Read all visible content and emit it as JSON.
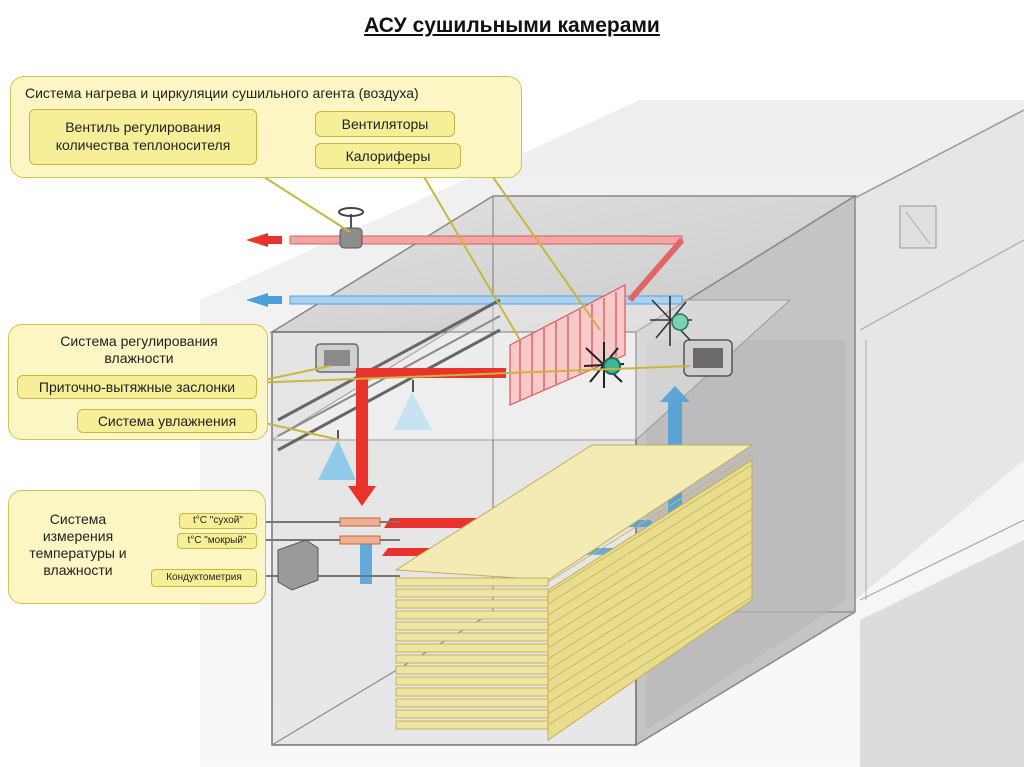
{
  "title": "АСУ сушильными  камерами",
  "groups": {
    "heating": {
      "title": "Система нагрева и циркуляции сушильного агента (воздуха)",
      "valve": "Вентиль регулирования количества теплоносителя",
      "fans": "Вентиляторы",
      "heaters": "Калориферы"
    },
    "humidity": {
      "title": "Система регулирования влажности",
      "dampers": "Приточно-вытяжные заслонки",
      "humidifier": "Система увлажнения"
    },
    "measure": {
      "title": "Система измерения температуры и влажности",
      "dry": "t°C \"сухой\"",
      "wet": "t°C \"мокрый\"",
      "conductometry": "Кондуктометрия"
    }
  },
  "colors": {
    "label_fill": "#f6ef98",
    "group_fill": "#fbf6c4",
    "hot_air": "#e8322b",
    "cold_air": "#4a9fd8",
    "lumber": "#efe4a0"
  }
}
